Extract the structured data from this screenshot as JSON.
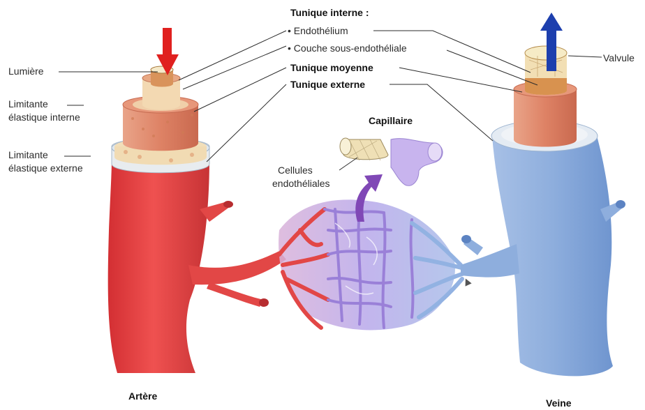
{
  "diagram": {
    "labels": {
      "tunique_interne": "Tunique interne :",
      "endothelium": "• Endothélium",
      "couche_sous_endotheliale": "• Couche sous-endothéliale",
      "tunique_moyenne": "Tunique moyenne",
      "tunique_externe": "Tunique externe",
      "lumiere": "Lumière",
      "limitante_interne_1": "Limitante",
      "limitante_interne_2": "élastique interne",
      "limitante_externe_1": "Limitante",
      "limitante_externe_2": "élastique externe",
      "capillaire": "Capillaire",
      "cellules_1": "Cellules",
      "cellules_2": "endothéliales",
      "valvule": "Valvule",
      "artere": "Artère",
      "veine": "Veine"
    },
    "colors": {
      "artery": "#e8403f",
      "artery_dark": "#b92a2c",
      "vein": "#8eaedd",
      "vein_light": "#bcd0ee",
      "capillary_bed": "#b9a6e6",
      "muscle": "#e58d6f",
      "connective": "#f3dcb4",
      "arrow_red": "#e0201f",
      "arrow_blue": "#1d3fae",
      "arrow_purple": "#8048b6"
    }
  }
}
